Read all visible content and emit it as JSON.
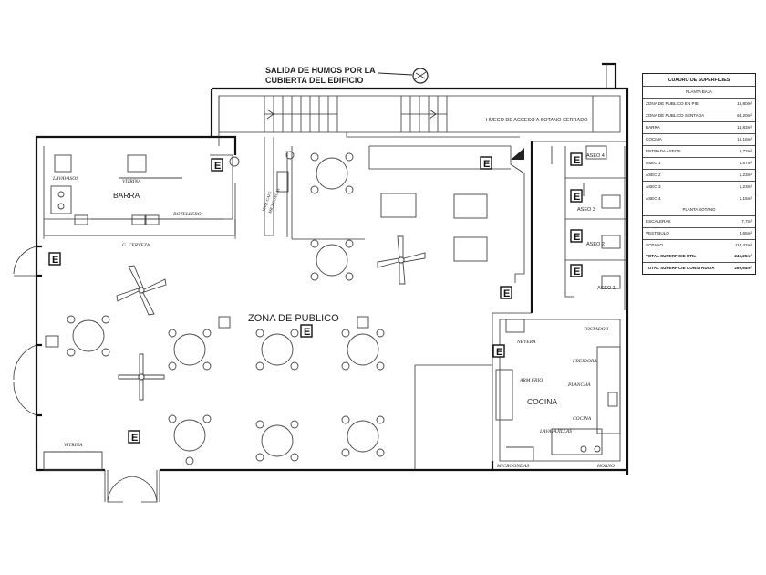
{
  "annotations": {
    "smoke_line1": "SALIDA DE HUMOS POR LA",
    "smoke_line2": "CUBIERTA DEL EDIFICIO",
    "basement_access": "HUECO DE ACCESO A SOTANO CERRADO"
  },
  "labels": {
    "barra": "BARRA",
    "lavavasos": "LAVAVASOS",
    "vitrina_bar": "VITRINA",
    "botellero": "BOTELLERO",
    "cerveza": "G. CERVEZA",
    "maq_cafe1": "MAQ. CAFE",
    "maq_cafe2": "MICROONDAS",
    "zona_publico": "ZONA DE PUBLICO",
    "vitrina_entry": "VITRINA",
    "aseo4": "ASEO 4",
    "aseo3": "ASEO 3",
    "aseo2": "ASEO 2",
    "aseo1": "ASEO 1",
    "nevera": "NEVERA",
    "tostador": "TOSTADOR",
    "freidora": "FREIDORA",
    "arm_frio": "ARM FRIO",
    "plancha": "PLANCHA",
    "cocina": "COCINA",
    "cocina_small": "COCINA",
    "lavavajillas": "LAVAVAJILLAS",
    "microondas": "MICROONDAS",
    "horno": "HORNO",
    "exit_marker": "E"
  },
  "surface_table": {
    "title": "CUADRO DE SUPERFICIES",
    "section_ground": "PLANTA BAJA",
    "section_basement": "PLANTA SOTANO",
    "rows_ground": [
      {
        "label": "ZONA DE PUBLICO EN PIE",
        "value": "16,80m²"
      },
      {
        "label": "ZONA DE PUBLICO SENTADA",
        "value": "64,20m²"
      },
      {
        "label": "BARRA",
        "value": "14,83m²"
      },
      {
        "label": "COCINA",
        "value": "15,16m²"
      },
      {
        "label": "ENTRADA ASEOS",
        "value": "5,72m²"
      },
      {
        "label": "ASEO 1",
        "value": "1,67m²"
      },
      {
        "label": "ASEO 2",
        "value": "1,23m²"
      },
      {
        "label": "ASEO 3",
        "value": "1,23m²"
      },
      {
        "label": "ASEO 4",
        "value": "1,15m²"
      }
    ],
    "rows_basement": [
      {
        "label": "ESCALERAS",
        "value": "7,7m²"
      },
      {
        "label": "VESTIBULO",
        "value": "4,65m²"
      },
      {
        "label": "SOTANO",
        "value": "117,42m²"
      }
    ],
    "total_util": {
      "label": "TOTAL SUPERFICIE UTIL",
      "value": "246,25m²"
    },
    "total_built": {
      "label": "TOTAL SUPERFICIE CONSTRUIDA",
      "value": "289,64m²"
    }
  }
}
